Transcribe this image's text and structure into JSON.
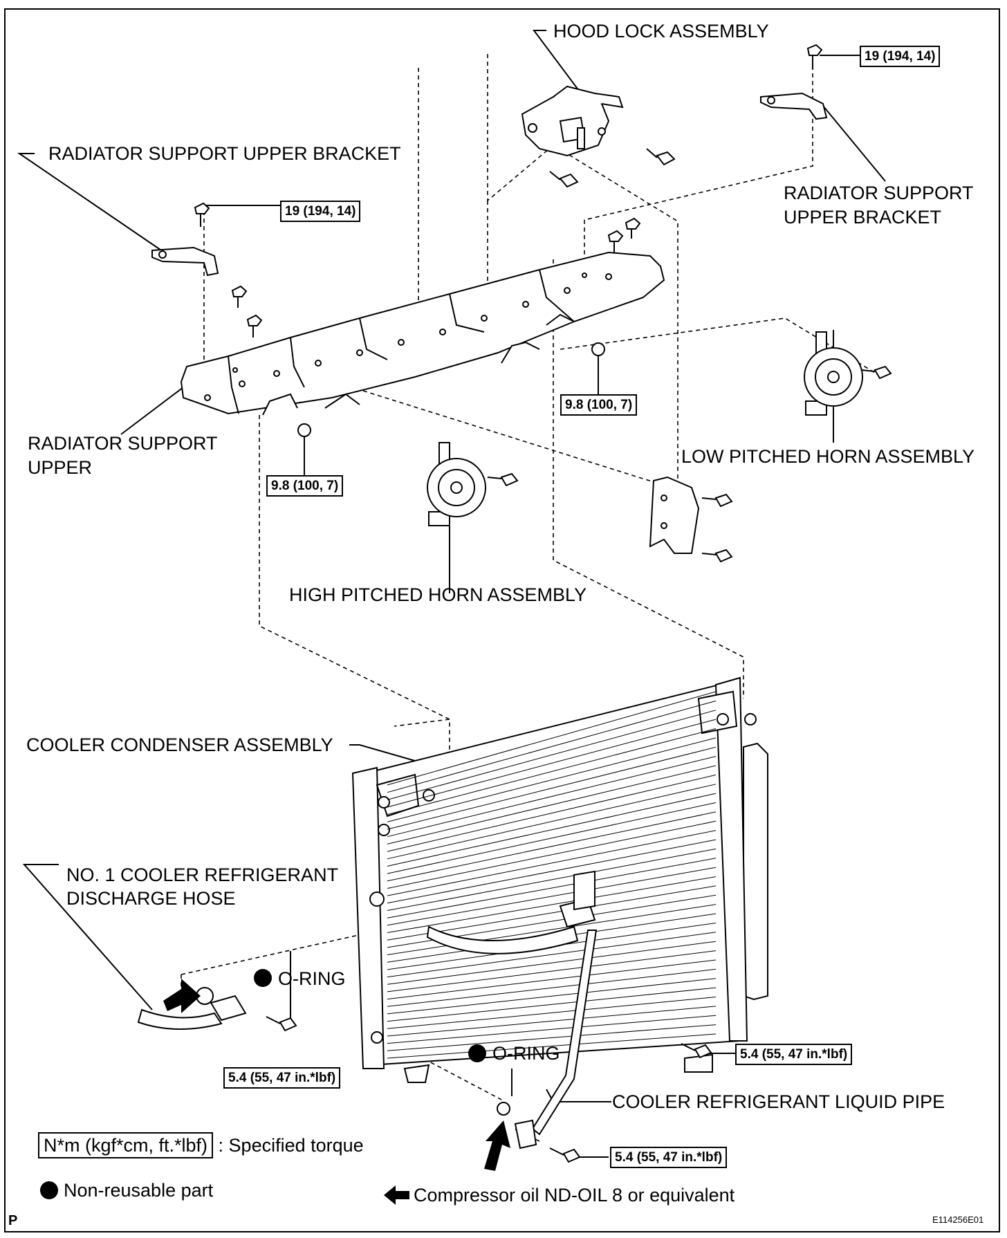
{
  "labels": {
    "hood_lock": "HOOD LOCK ASSEMBLY",
    "bracket_left": "RADIATOR SUPPORT UPPER BRACKET",
    "bracket_right_1": "RADIATOR SUPPORT",
    "bracket_right_2": "UPPER BRACKET",
    "support_upper_1": "RADIATOR SUPPORT",
    "support_upper_2": "UPPER",
    "low_horn": "LOW PITCHED HORN ASSEMBLY",
    "high_horn": "HIGH PITCHED HORN ASSEMBLY",
    "condenser": "COOLER CONDENSER ASSEMBLY",
    "hose_1": "NO. 1 COOLER REFRIGERANT",
    "hose_2": "DISCHARGE HOSE",
    "oring_1": "O-RING",
    "oring_2": "O-RING",
    "liquid_pipe": "COOLER REFRIGERANT LIQUID PIPE"
  },
  "torques": {
    "t_bracket_right": "19 (194, 14)",
    "t_bracket_left": "19 (194, 14)",
    "t_nut_right": "9.8 (100, 7)",
    "t_nut_left": "9.8 (100, 7)",
    "t_condenser": "5.4 (55, 47 in.*lbf)",
    "t_hose": "5.4 (55, 47 in.*lbf)",
    "t_pipe": "5.4 (55, 47 in.*lbf)"
  },
  "legend": {
    "torque_box": "N*m (kgf*cm, ft.*lbf)",
    "torque_desc": ": Specified torque",
    "nonreusable": "Non-reusable part",
    "oil": "Compressor oil ND-OIL 8 or equivalent"
  },
  "corner": "P",
  "figure_id": "E114256E01"
}
